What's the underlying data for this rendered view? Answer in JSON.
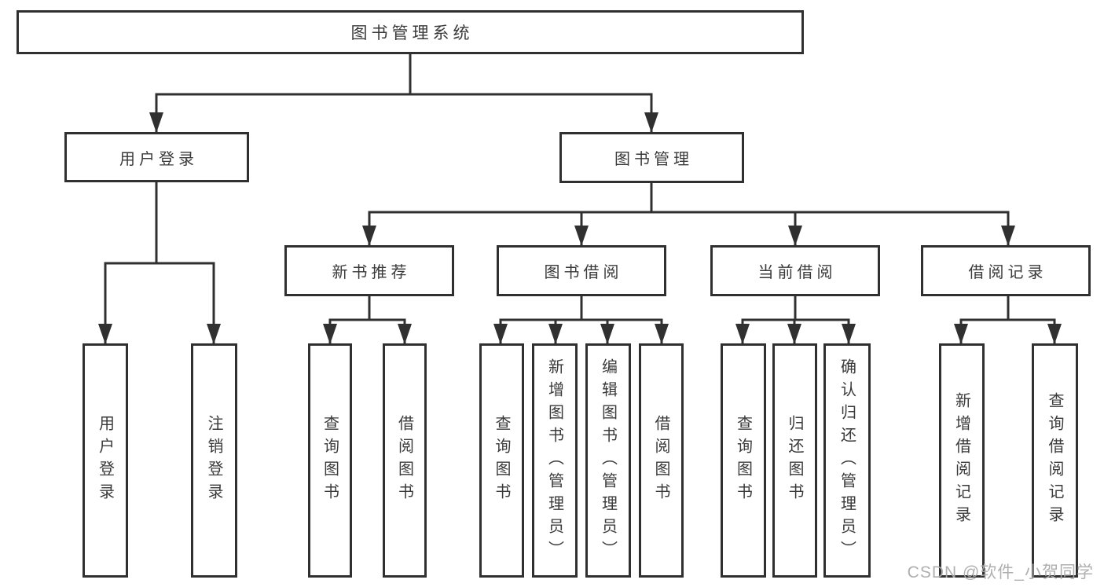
{
  "diagram": {
    "type": "hierarchy-tree",
    "colors": {
      "line": "#303030",
      "box_border": "#303030",
      "text": "#3a3a3a",
      "background": "#ffffff",
      "watermark": "#ababab"
    },
    "tree": {
      "label": "图书管理系统",
      "children": [
        {
          "label": "用户登录",
          "children": [
            {
              "label": "用户登录"
            },
            {
              "label": "注销登录"
            }
          ]
        },
        {
          "label": "图书管理",
          "children": [
            {
              "label": "新书推荐",
              "children": [
                {
                  "label": "查询图书"
                },
                {
                  "label": "借阅图书"
                }
              ]
            },
            {
              "label": "图书借阅",
              "children": [
                {
                  "label": "查询图书"
                },
                {
                  "label": "新增图书（管理员）"
                },
                {
                  "label": "编辑图书（管理员）"
                },
                {
                  "label": "借阅图书"
                }
              ]
            },
            {
              "label": "当前借阅",
              "children": [
                {
                  "label": "查询图书"
                },
                {
                  "label": "归还图书"
                },
                {
                  "label": "确认归还（管理员）"
                }
              ]
            },
            {
              "label": "借阅记录",
              "children": [
                {
                  "label": "新增借阅记录"
                },
                {
                  "label": "查询借阅记录"
                }
              ]
            }
          ]
        }
      ]
    },
    "watermark": {
      "text": "CSDN @软件_小贺同学"
    }
  }
}
